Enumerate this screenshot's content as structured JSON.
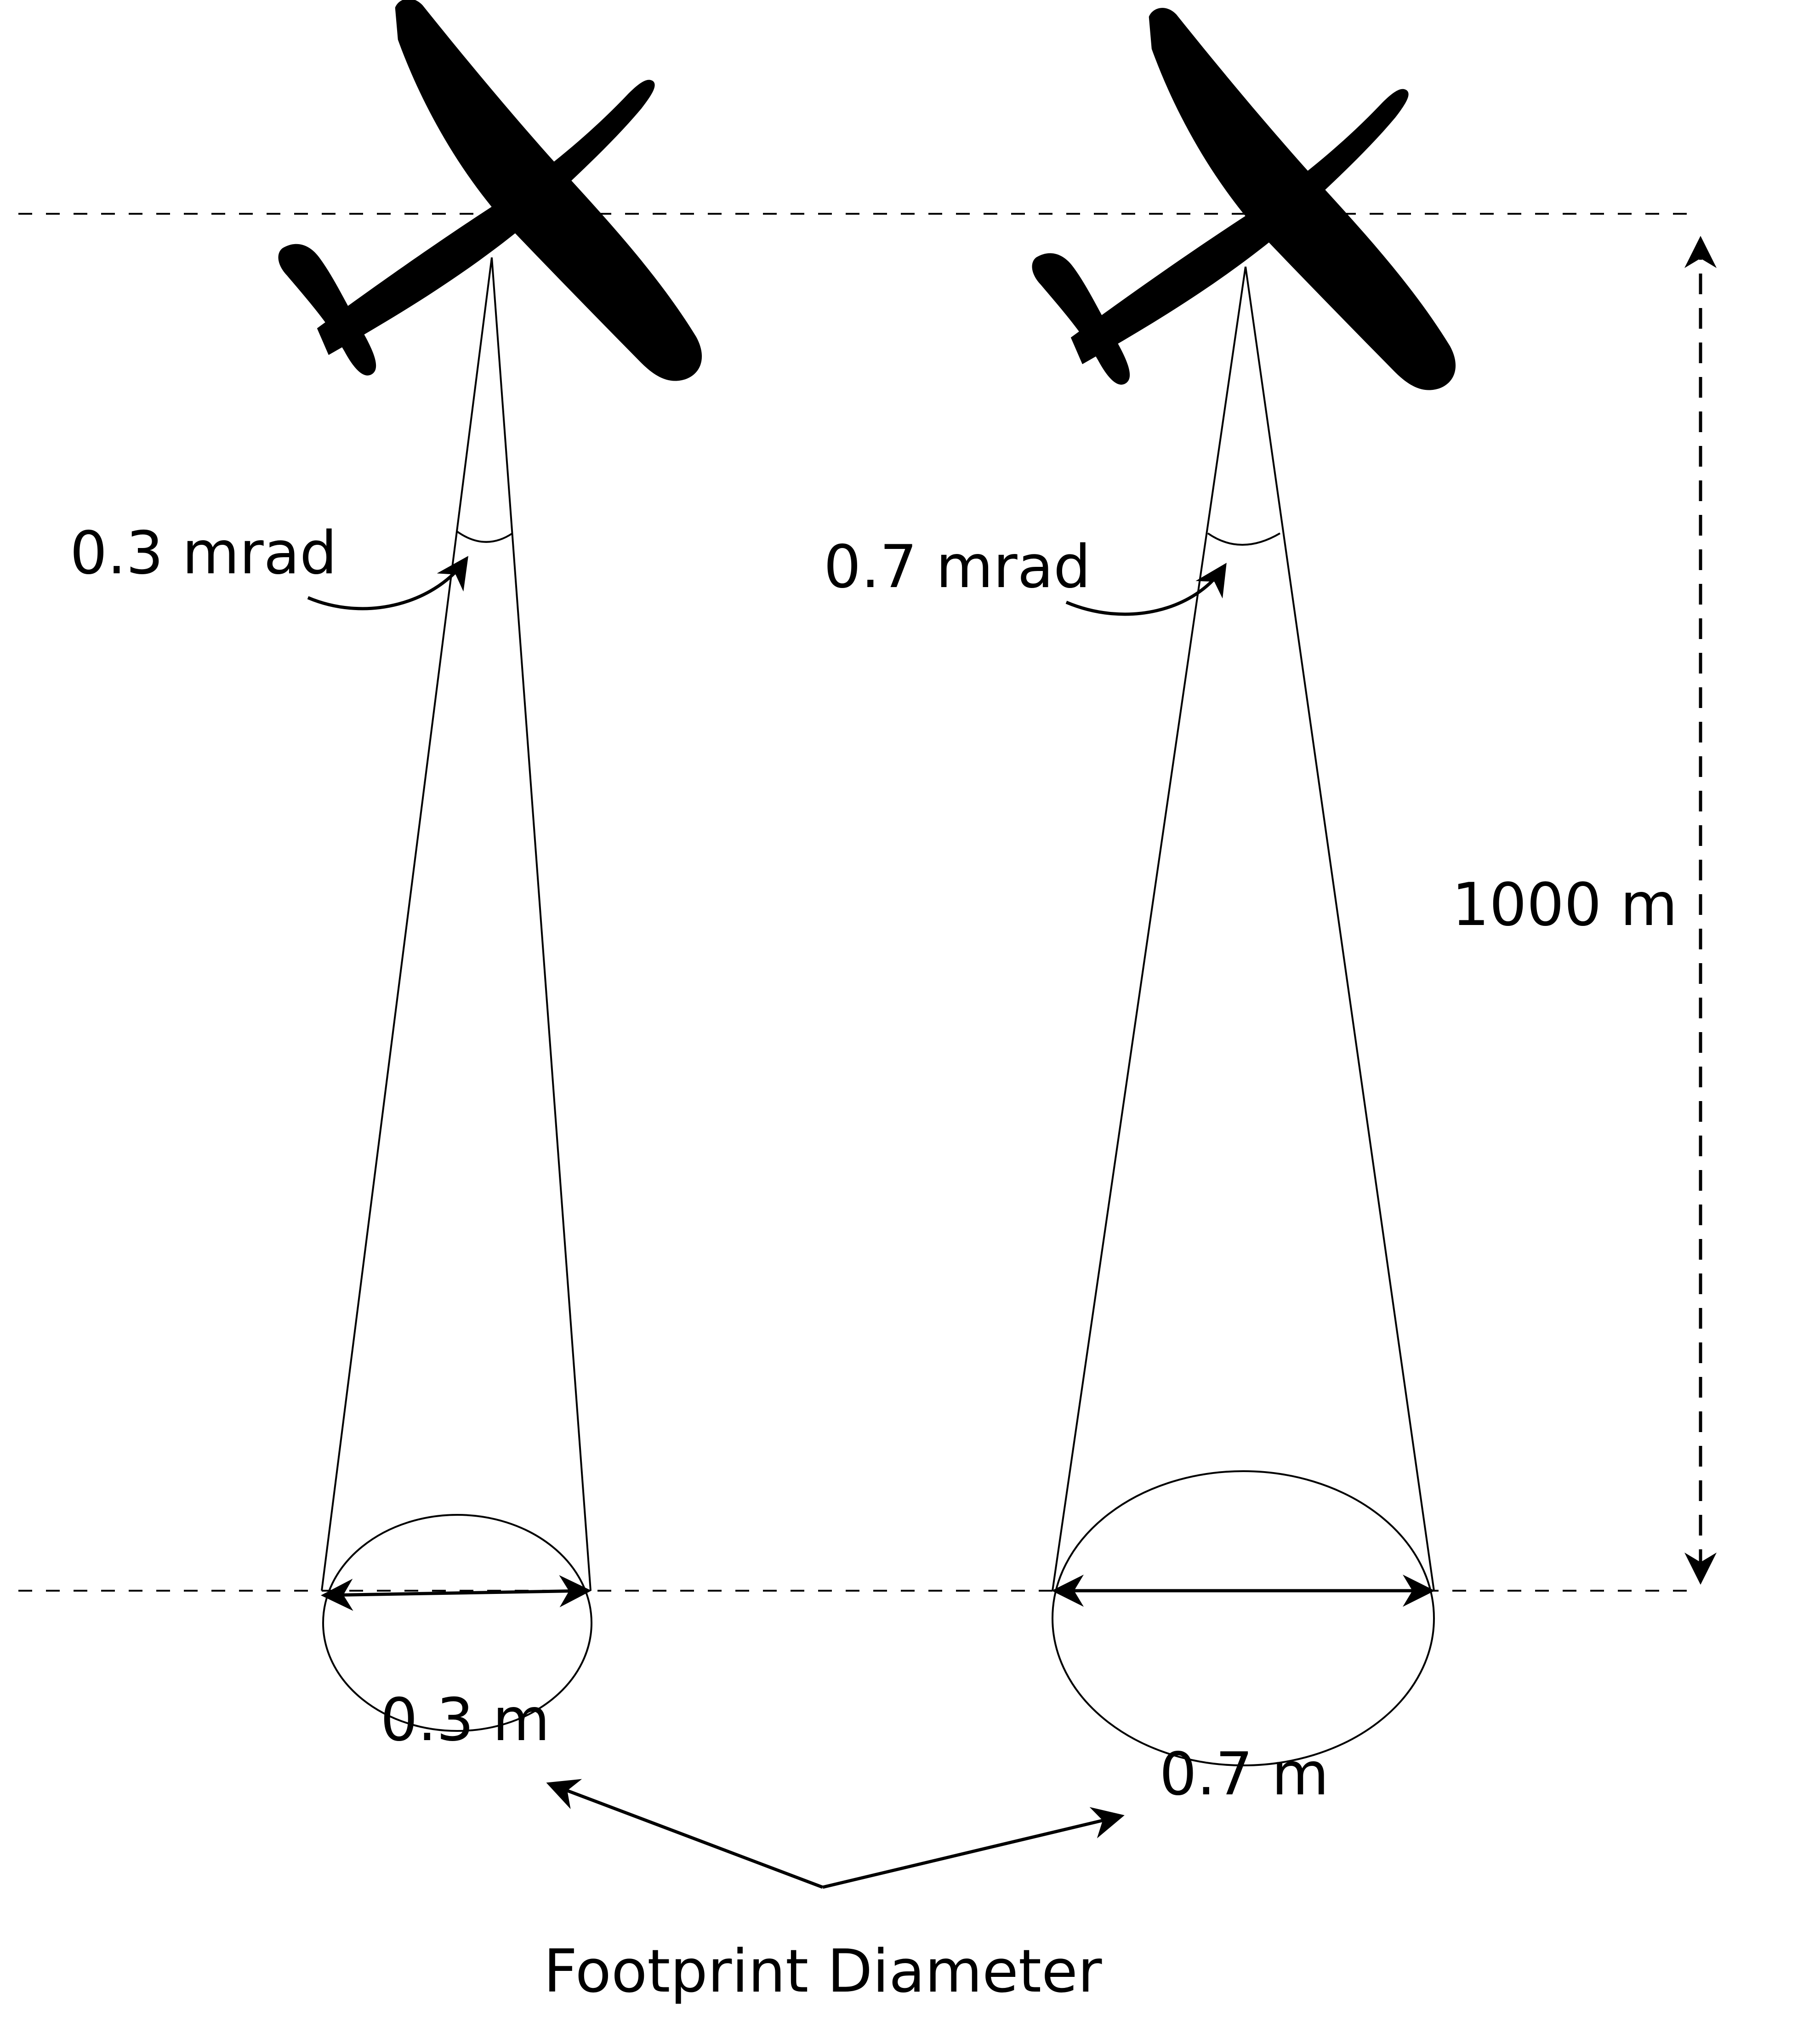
{
  "left": {
    "angle_label": "0.3 mrad",
    "footprint_label": "0.3 m"
  },
  "right": {
    "angle_label": "0.7 mrad",
    "footprint_label": "0.7 m"
  },
  "altitude_label": "1000 m",
  "footprint_caption": "Footprint Diameter",
  "icons": {
    "aircraft": "airplane-silhouette-icon"
  },
  "colors": {
    "ink": "#000000",
    "background": "#ffffff"
  }
}
